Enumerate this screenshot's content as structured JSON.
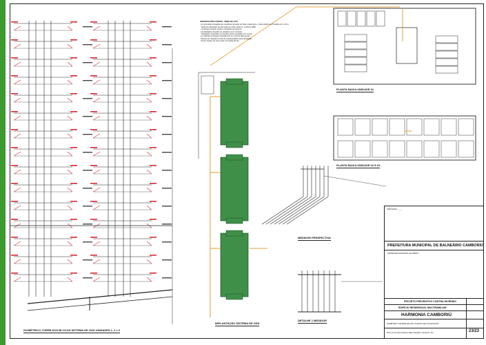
{
  "drawing": {
    "captions": {
      "isometric": "ISOMÉTRICO TORRE DOS BLOCOS SISTEMA DE GÁS UNIDADES 1, 2 e 3",
      "implantacao": "IMPLANTAÇÃO SISTEMA DE GÁS",
      "medidor": "MEDIDOR PERSPECTIVA",
      "detalhe": "DETALHE 1 MEDIDOR",
      "planta_baixa_1": "PLANTA BAIXA UNIDADE 01",
      "planta_baixa_2": "PLANTA BAIXA UNIDADE 02 E 03"
    },
    "notes_heading": "OBSERVAÇÕES GERAIS - REDE DE GÁS",
    "notes": [
      "- As prumadas de ligação dos medidores deverão ser fixas e aparentes, e não poderão ser forradas com o forro;",
      "- Todas as tubulações de gás serão de cobre classe A, conforme NBR;",
      "- Os abrigos deverão possuir ventilação permanente;",
      "- As tubulações deverão ser pintadas na cor amarela;",
      "- Tubulações embutidas em paredes serão revestidas com manta;",
      "- As válvulas de bloqueio deverão ficar em local de fácil acesso;",
      "- Deverá ser realizado ensaio de estanqueidade antes da ligação;",
      "- Prever registro de corte geral na entrada do lote."
    ]
  },
  "title_block": {
    "header_note": "APROVADO: ____",
    "prefeitura": "PREFEITURA MUNICIPAL DE BALNEÁRIO CAMBORIÚ",
    "secretaria": "SECRETARIA MUNICIPAL DE OBRAS",
    "projeto": "PROJETO PREVENTIVO CONTRA INCÊNDIO",
    "edificio": "EDIFÍCIO RESIDENCIAL MULTIFAMILIAR",
    "nome": "HARMONIA CAMBORIÚ",
    "conteudo": "ISOMÉTRICO SISTEMA DE GÁS, PLANTAS DE LOCALIZAÇÃO",
    "endereco": "Rua Luiz Ferreira Cardoso, Bairro Estados, Camboriú / SC",
    "folha": "23/23"
  },
  "colors": {
    "pipe": "#e6a23c",
    "block": "#3f8f49",
    "strip": "#3d9a2e",
    "line": "#222222",
    "red": "#d9262b"
  }
}
